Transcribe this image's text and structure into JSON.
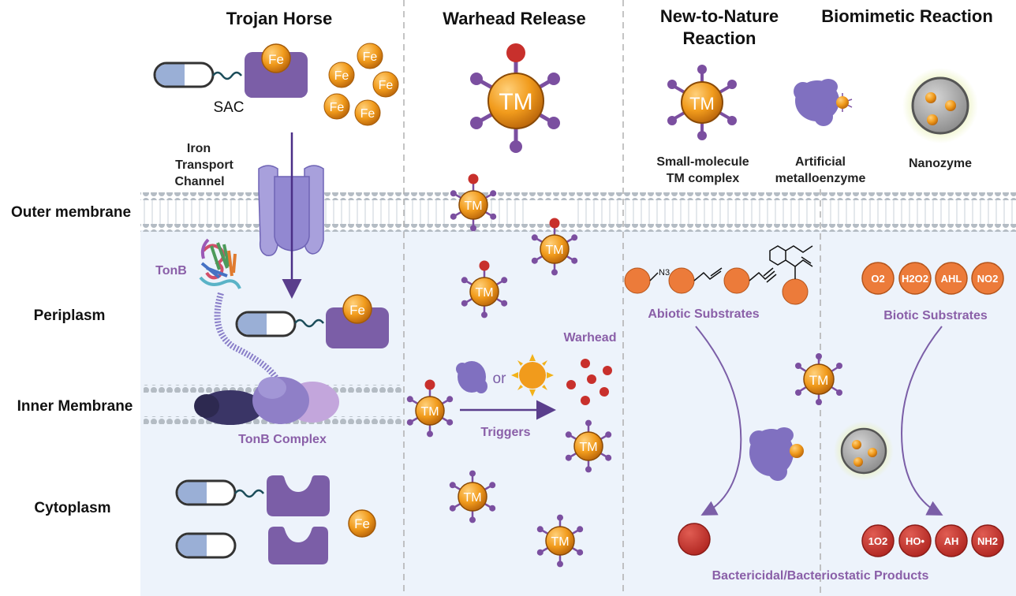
{
  "headers": {
    "trojan": "Trojan Horse",
    "warhead": "Warhead Release",
    "newnature_1": "New-to-Nature",
    "newnature_2": "Reaction",
    "biomimetic": "Biomimetic Reaction"
  },
  "rows": {
    "outer": "Outer  membrane",
    "periplasm": "Periplasm",
    "inner": "Inner Membrane",
    "cytoplasm": "Cytoplasm"
  },
  "trojan": {
    "sac": "SAC",
    "fe": "Fe",
    "iron_1": "Iron",
    "iron_2": "Transport",
    "iron_3": "Channel",
    "tonb": "TonB",
    "tonb_complex": "TonB Complex"
  },
  "warhead": {
    "tm": "TM",
    "label": "Warhead",
    "or": "or",
    "triggers": "Triggers"
  },
  "newnature": {
    "small_1": "Small-molecule",
    "small_2": "TM complex",
    "artificial_1": "Artificial",
    "artificial_2": "metalloenzyme",
    "nanozyme": "Nanozyme",
    "n3": "N3",
    "abiotic": "Abiotic Substrates",
    "biotic": "Biotic Substrates",
    "products": "Bactericidal/Bacteriostatic Products",
    "bio_substrates": [
      "O2",
      "H2O2",
      "AHL",
      "NO2"
    ],
    "bio_products": [
      "1O2",
      "HO•",
      "AH",
      "NH2"
    ]
  },
  "colors": {
    "purple": "#7b5ea7",
    "label_purple": "#8a5fa8",
    "orange": "#e8890f",
    "red": "#c8302c",
    "membrane": "#b4bcc4",
    "bg_cell": "#edf3fb"
  }
}
